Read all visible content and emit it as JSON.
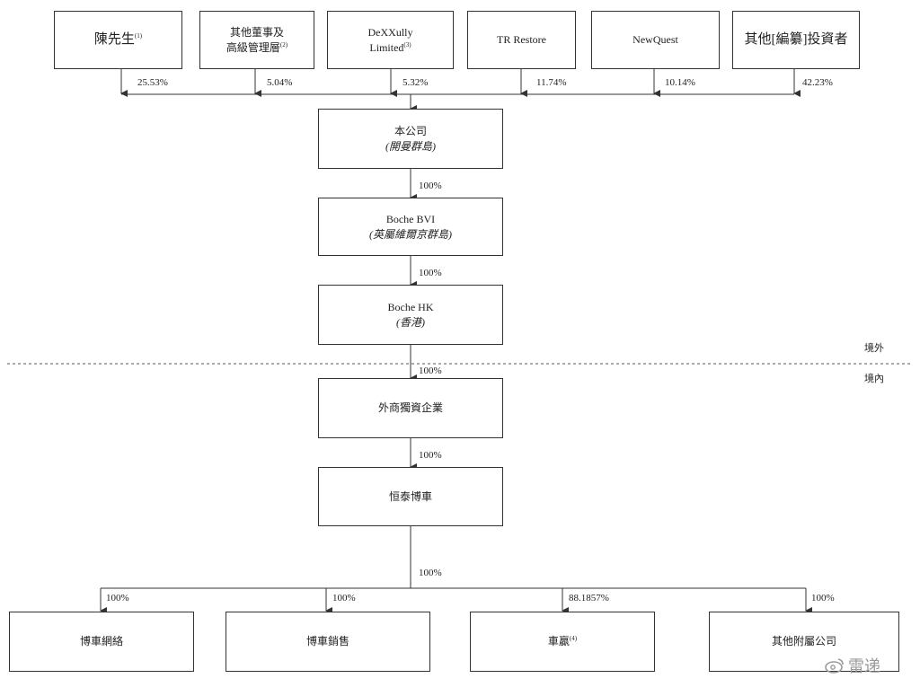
{
  "shareholders": [
    {
      "name": "陳先生",
      "note": "(1)",
      "percent": "25.53%"
    },
    {
      "name": "其他董事及",
      "name2": "高級管理層",
      "note": "(2)",
      "percent": "5.04%"
    },
    {
      "name": "DeXXully",
      "name2": "Limited",
      "note": "(3)",
      "percent": "5.32%"
    },
    {
      "name": "TR Restore",
      "percent": "11.74%"
    },
    {
      "name": "NewQuest",
      "percent": "10.14%"
    },
    {
      "name": "其他[編纂]投資者",
      "percent": "42.23%"
    }
  ],
  "company": {
    "name": "本公司",
    "jurisdiction": "(開曼群島)"
  },
  "bvi": {
    "name": "Boche BVI",
    "jurisdiction": "(英屬維爾京群島)",
    "percent": "100%"
  },
  "hk": {
    "name": "Boche HK",
    "jurisdiction": "(香港)",
    "percent": "100%"
  },
  "boundary": {
    "offshore": "境外",
    "onshore": "境內"
  },
  "wfoe": {
    "name": "外商獨資企業",
    "percent": "100%"
  },
  "hengtai": {
    "name": "恒泰博車",
    "percent": "100%"
  },
  "split_percent": "100%",
  "subsidiaries": [
    {
      "name": "博車網絡",
      "percent": "100%"
    },
    {
      "name": "博車銷售",
      "percent": "100%"
    },
    {
      "name": "車贏",
      "note": "(4)",
      "percent": "88.1857%"
    },
    {
      "name": "其他附屬公司",
      "percent": "100%"
    }
  ],
  "watermark": {
    "icon": "weibo-icon",
    "text": "雷递"
  }
}
